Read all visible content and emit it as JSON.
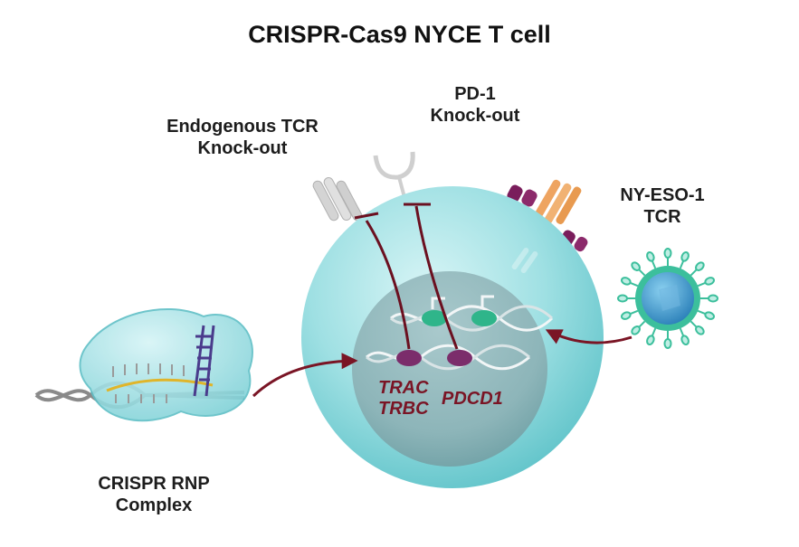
{
  "title": "CRISPR-Cas9 NYCE T cell",
  "labels": {
    "endogenous_tcr": [
      "Endogenous TCR",
      "Knock-out"
    ],
    "pd1": [
      "PD-1",
      "Knock-out"
    ],
    "nyeso_tcr": [
      "NY-ESO-1",
      "TCR"
    ],
    "rnp_complex": [
      "CRISPR RNP",
      "Complex"
    ]
  },
  "genes": {
    "trac": "TRAC",
    "trbc": "TRBC",
    "pdcd1": "PDCD1"
  },
  "colors": {
    "cell_membrane": "#7fd3d6",
    "cell_highlight": "#c9f0f1",
    "nucleus": "#8fb8bc",
    "arrow": "#7a1525",
    "inhibition_line": "#6b1020",
    "dna_backbone": "#e6eef0",
    "edited_locus": "#7b2d6b",
    "transgene_locus": "#2fb58a",
    "tcr_ko_receptor": "#c8c8c8",
    "nyeso_alpha": "#e89a50",
    "cd3_domains": "#7a1d5c",
    "virus_shell": "#3cbf9c",
    "virus_core": "#3d8fc4",
    "rnp_blob": "#8fd8de",
    "guide_rna": "#e0b52a",
    "scaffold_rna": "#4a3b8c",
    "target_dna": "#8a8a8a"
  }
}
